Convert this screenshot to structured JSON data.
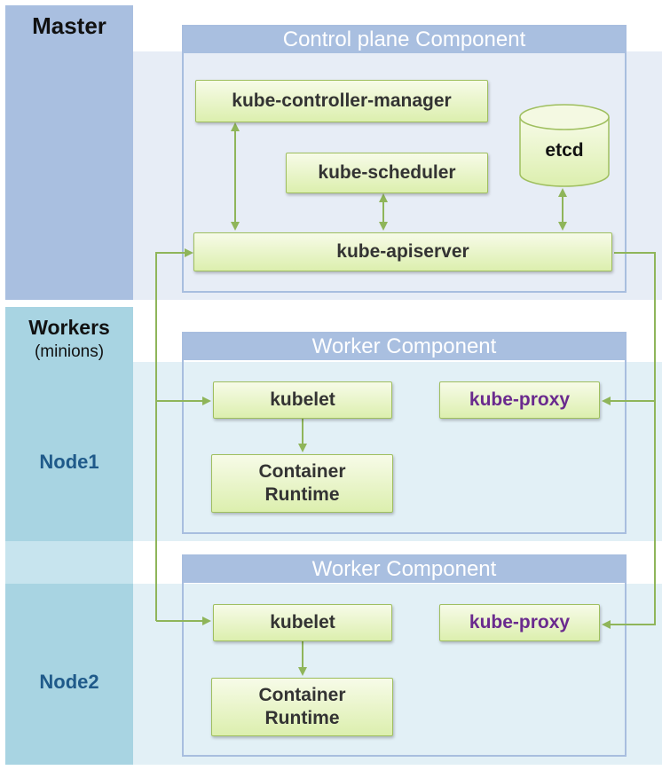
{
  "left_labels": {
    "master": "Master",
    "workers": "Workers",
    "workers_sub": "(minions)",
    "node1": "Node1",
    "node2": "Node2"
  },
  "control_plane": {
    "title": "Control plane Component",
    "controller_manager": "kube-controller-manager",
    "scheduler": "kube-scheduler",
    "etcd": "etcd",
    "apiserver": "kube-apiserver"
  },
  "worker1": {
    "title": "Worker Component",
    "kubelet": "kubelet",
    "runtime_line1": "Container",
    "runtime_line2": "Runtime",
    "proxy": "kube-proxy"
  },
  "worker2": {
    "title": "Worker Component",
    "kubelet": "kubelet",
    "runtime_line1": "Container",
    "runtime_line2": "Runtime",
    "proxy": "kube-proxy"
  },
  "colors": {
    "connector": "#8fb55a",
    "component_border": "#9fbf5f",
    "panel_header": "#a9bfe0",
    "proxy_text": "#6a2a8e",
    "node_label": "#1f5a8a"
  }
}
